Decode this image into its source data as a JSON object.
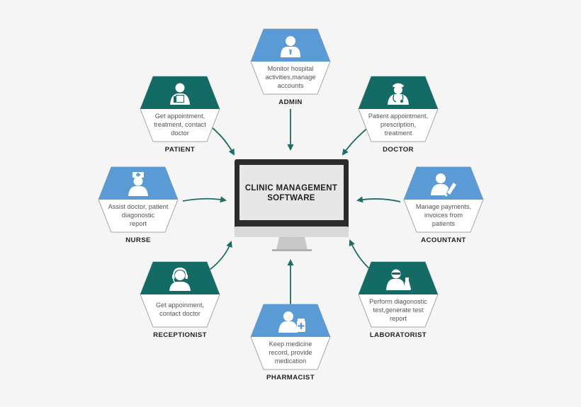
{
  "center": {
    "title_lines": [
      "CLINIC MANAGEMENT",
      "SOFTWARE"
    ]
  },
  "colors": {
    "teal": "#146a64",
    "blue": "#5b9bd5",
    "arrow": "#1d6d66",
    "border": "#9aa9a9",
    "monitor_frame": "#2c2c2c",
    "screen": "#e7e7e7"
  },
  "roles": [
    {
      "key": "admin",
      "name": "ADMIN",
      "icon": "admin-icon",
      "theme": "blue",
      "lines": [
        "Monitor hospital",
        "activities,manage",
        "accounts"
      ]
    },
    {
      "key": "patient",
      "name": "PATIENT",
      "icon": "patient-icon",
      "theme": "teal",
      "lines": [
        "Get appointment,",
        "treatment, contact",
        "doctor"
      ]
    },
    {
      "key": "doctor",
      "name": "DOCTOR",
      "icon": "doctor-icon",
      "theme": "teal",
      "lines": [
        "Patient appointment,",
        "prescription,",
        "treatment"
      ]
    },
    {
      "key": "nurse",
      "name": "NURSE",
      "icon": "nurse-icon",
      "theme": "blue",
      "lines": [
        "Assist doctor, patient",
        "diagonostic",
        "report"
      ]
    },
    {
      "key": "accountant",
      "name": "ACOUNTANT",
      "icon": "accountant-icon",
      "theme": "blue",
      "lines": [
        "Manage payments,",
        "invoices from",
        "patients"
      ]
    },
    {
      "key": "receptionist",
      "name": "RECEPTIONIST",
      "icon": "receptionist-icon",
      "theme": "teal",
      "lines": [
        "Get appoinment,",
        "contact doctor"
      ]
    },
    {
      "key": "laboratorist",
      "name": "LABORATORIST",
      "icon": "laboratorist-icon",
      "theme": "teal",
      "lines": [
        "Perform diagonostic",
        "test,generate test",
        "report"
      ]
    },
    {
      "key": "pharmacist",
      "name": "PHARMACIST",
      "icon": "pharmacist-icon",
      "theme": "blue",
      "lines": [
        "Keep medicine",
        "record, provide",
        "medication"
      ]
    }
  ]
}
